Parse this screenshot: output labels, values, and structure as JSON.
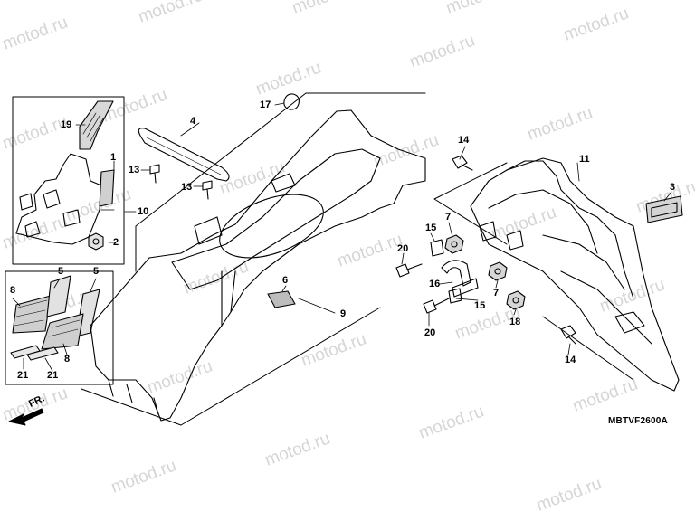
{
  "watermark": "motod.ru",
  "diagram_code": "MBTVF2600A",
  "front_marker": "FR.",
  "callouts": {
    "c1": "1",
    "c2": "2",
    "c3": "3",
    "c4": "4",
    "c5a": "5",
    "c5b": "5",
    "c6": "6",
    "c7a": "7",
    "c7b": "7",
    "c8a": "8",
    "c8b": "8",
    "c9": "9",
    "c10": "10",
    "c11": "11",
    "c13a": "13",
    "c13b": "13",
    "c14a": "14",
    "c14b": "14",
    "c15a": "15",
    "c15b": "15",
    "c16": "16",
    "c17": "17",
    "c18": "18",
    "c19": "19",
    "c20a": "20",
    "c20b": "20",
    "c21a": "21",
    "c21b": "21"
  }
}
